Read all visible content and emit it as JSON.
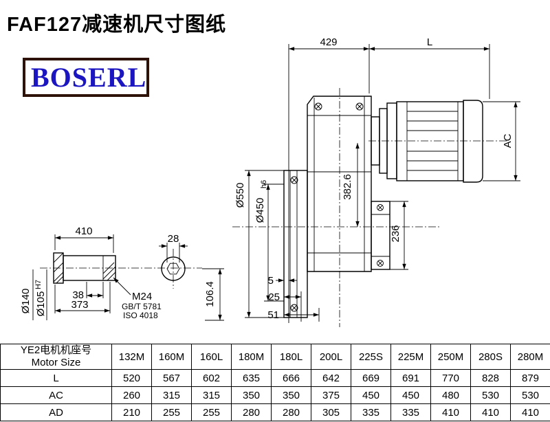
{
  "page": {
    "title": "FAF127减速机尺寸图纸",
    "logo_text": "BOSERL"
  },
  "drawing": {
    "main": {
      "dim_429": "429",
      "dim_L": "L",
      "dim_AC": "AC",
      "dim_d550": "Ø550",
      "dim_d450": "Ø450",
      "dim_d450_tol": "h6",
      "dim_382_6": "382.6",
      "dim_236": "236",
      "dim_5": "5",
      "dim_25": "25",
      "dim_51": "51"
    },
    "detail": {
      "dim_410": "410",
      "dim_28": "28",
      "dim_d140": "Ø140",
      "dim_d105": "Ø105",
      "dim_d105_tol": "H7",
      "dim_38": "38",
      "dim_373": "373",
      "thread_label": "M24",
      "standard_1": "GB/T 5781",
      "standard_2": "ISO 4018",
      "dim_106_4": "106.4"
    }
  },
  "table": {
    "header_cn": "YE2电机机座号",
    "header_en": "Motor Size",
    "sizes": [
      "132M",
      "160M",
      "160L",
      "180M",
      "180L",
      "200L",
      "225S",
      "225M",
      "250M",
      "280S",
      "280M"
    ],
    "rows": [
      {
        "label": "L",
        "values": [
          "520",
          "567",
          "602",
          "635",
          "666",
          "642",
          "669",
          "691",
          "770",
          "828",
          "879"
        ]
      },
      {
        "label": "AC",
        "values": [
          "260",
          "315",
          "315",
          "350",
          "350",
          "375",
          "450",
          "450",
          "480",
          "530",
          "530"
        ]
      },
      {
        "label": "AD",
        "values": [
          "210",
          "255",
          "255",
          "280",
          "280",
          "305",
          "335",
          "335",
          "410",
          "410",
          "410"
        ]
      }
    ]
  }
}
